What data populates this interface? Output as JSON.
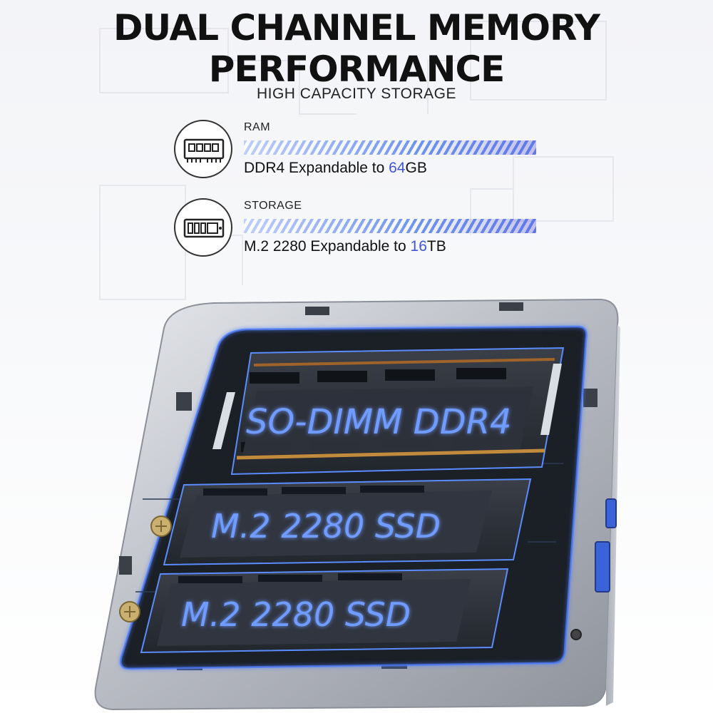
{
  "header": {
    "title_line1": "DUAL CHANNEL MEMORY",
    "title_line2": "PERFORMANCE",
    "subtitle": "HIGH CAPACITY STORAGE"
  },
  "specs": [
    {
      "label": "RAM",
      "desc_prefix": "DDR4 Expandable to ",
      "desc_value": "64",
      "desc_unit": "GB",
      "icon": "ram-module-icon"
    },
    {
      "label": "STORAGE",
      "desc_prefix": "M.2 2280 Expandable to ",
      "desc_value": "16",
      "desc_unit": "TB",
      "icon": "ssd-module-icon"
    }
  ],
  "modules": {
    "ram_label": "SO-DIMM DDR4",
    "ssd1_label": "M.2 2280 SSD",
    "ssd2_label": "M.2 2280 SSD"
  },
  "colors": {
    "accent": "#3f55d6",
    "stripe": "#6e93f0",
    "module_text": "#6f9bff",
    "chassis": "#b9bcc4",
    "board": "#1f232b"
  }
}
